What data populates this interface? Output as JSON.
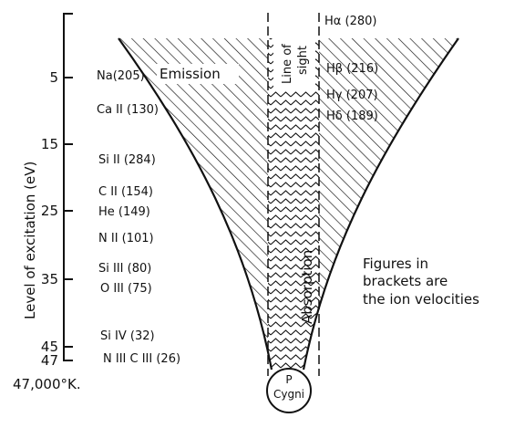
{
  "axis": {
    "label": "Level of excitation (eV)",
    "ticks": [
      "5",
      "15",
      "25",
      "35",
      "45",
      "47"
    ],
    "temperature": "47,000°K."
  },
  "ions": [
    {
      "name": "Na",
      "velocity": "(205)"
    },
    {
      "name": "Ca II",
      "velocity": "(130)"
    },
    {
      "name": "Si II",
      "velocity": "(284)"
    },
    {
      "name": "C II",
      "velocity": "(154)"
    },
    {
      "name": "He",
      "velocity": "(149)"
    },
    {
      "name": "N II",
      "velocity": "(101)"
    },
    {
      "name": "Si III",
      "velocity": "(80)"
    },
    {
      "name": "O III",
      "velocity": "(75)"
    },
    {
      "name": "Si IV",
      "velocity": "(32)"
    },
    {
      "name": "N III",
      "velocity": ""
    },
    {
      "name": "C III",
      "velocity": "(26)"
    }
  ],
  "balmer": [
    {
      "name": "Hα",
      "velocity": "(280)"
    },
    {
      "name": "Hβ",
      "velocity": "(216)"
    },
    {
      "name": "Hγ",
      "velocity": "(207)"
    },
    {
      "name": "Hδ",
      "velocity": "(189)"
    }
  ],
  "labels": {
    "emission": "Emission",
    "absorption": "Absorption",
    "line_of_sight": [
      "Line of",
      "sight"
    ],
    "star": [
      "P",
      "Cygni"
    ]
  },
  "note": [
    "Figures in",
    "brackets are",
    "the ion velocities"
  ]
}
